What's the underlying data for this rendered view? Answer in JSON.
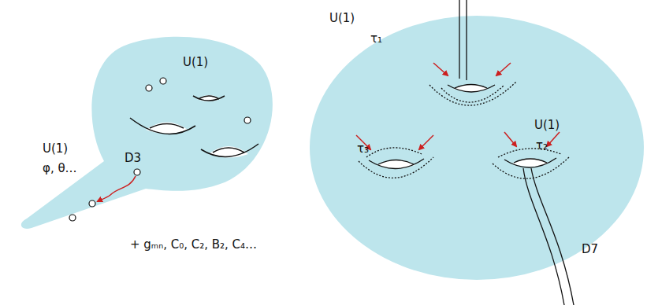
{
  "diagram": {
    "labels": [
      "U(1)",
      "U(1)",
      "φ, θ…",
      "D3",
      "+ gₘₙ, C₀, C₂, B₂, C₄…",
      "U(1)",
      "τ₁",
      "τ₃",
      "U(1)",
      "τ₂",
      "D7"
    ]
  }
}
